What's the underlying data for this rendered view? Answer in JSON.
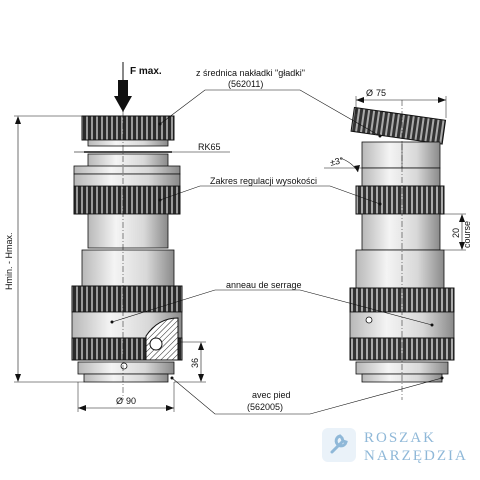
{
  "labels": {
    "force": "F max.",
    "cap_diameter_1": "z średnica nakładki \"gładki\"",
    "cap_diameter_2": "(562011)",
    "diam_75": "75",
    "rk": "RK65",
    "angle": "±3°",
    "height_range": "Zakres regulacji wysokości",
    "hmin_hmax": "Hmin. - Hmax.",
    "clamp_ring": "anneau de serrage",
    "stroke": "20",
    "course": "course",
    "dim_36": "36",
    "diam_90": "90",
    "foot_1": "avec pied",
    "foot_2": "(562005)"
  },
  "logo": {
    "line1": "ROSZAK",
    "line2": "NARZĘDZIA",
    "color": "#8fb8d8"
  }
}
